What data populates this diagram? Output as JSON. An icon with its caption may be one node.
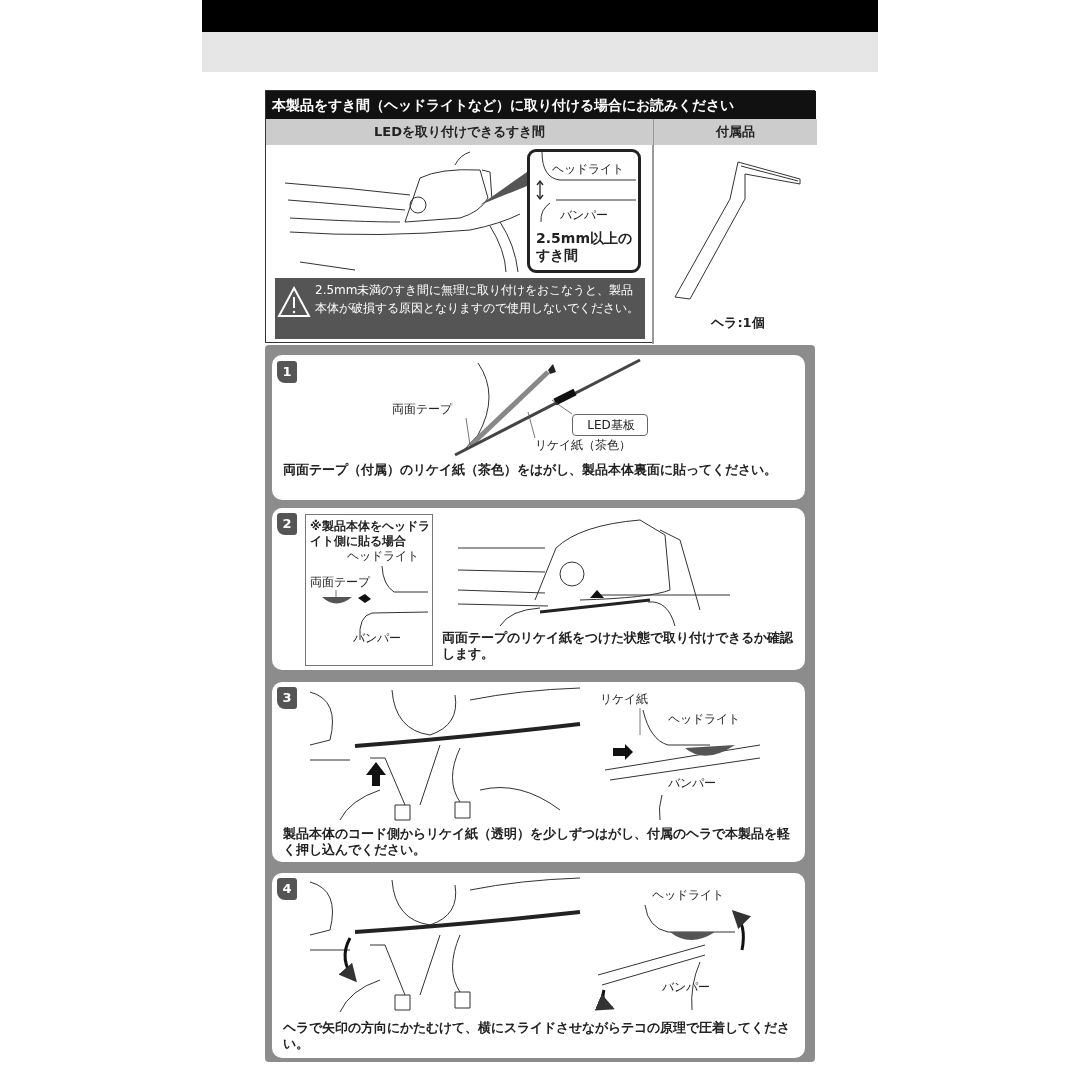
{
  "diagram": {
    "nodes": [
      {
        "text": [
          "本製品をすき間（ヘッドライトなど）に取り付ける場合にお読みください"
        ]
      },
      {
        "text": [
          "LEDを取り付けできるすき間"
        ],
        "in": 0
      },
      {
        "text": [
          "ヘッドライト",
          "バンパー",
          "2.5mm以上のすき間"
        ],
        "in": 1
      },
      {
        "text": [
          "2.5mm未満のすき間に無理に取り付けをおこなうと、製品本体が破損する原因となりますので使用しないでください。"
        ],
        "in": 1
      },
      {
        "text": [
          "付属品"
        ],
        "in": 0
      },
      {
        "text": [
          "ヘラ:1個"
        ],
        "in": 4
      },
      {
        "text": [
          "1",
          "両面テープ（付属）のリケイ紙（茶色）をはがし、製品本体裏面に貼ってください。"
        ]
      },
      {
        "text": [
          "両面テープ"
        ],
        "in": 6
      },
      {
        "text": [
          "LED基板"
        ],
        "in": 6
      },
      {
        "text": [
          "リケイ紙（茶色）"
        ],
        "in": 6
      },
      {
        "text": [
          "2",
          "両面テープのリケイ紙をつけた状態で取り付けできるか確認します。"
        ]
      },
      {
        "text": [
          "※製品本体をヘッドライト側に貼る場合",
          "ヘッドライト",
          "バンパー"
        ],
        "in": 10
      },
      {
        "text": [
          "両面テープ"
        ],
        "in": 11
      },
      {
        "text": [
          "3",
          "ヘッドライト",
          "バンパー",
          "製品本体のコード側からリケイ紙（透明）を少しずつはがし、付属のヘラで本製品を軽く押し込んでください。"
        ]
      },
      {
        "text": [
          "リケイ紙"
        ],
        "in": 13
      },
      {
        "text": [
          "4",
          "ヘッドライト",
          "バンパー",
          "ヘラで矢印の方向にかたむけて、横にスライドさせながらテコの原理で圧着してください。"
        ]
      }
    ],
    "edges": [
      {
        "from": 7,
        "to": null,
        "arrow": "none"
      },
      {
        "from": 8,
        "to": null,
        "arrow": "none"
      },
      {
        "from": 9,
        "to": null,
        "arrow": "none"
      },
      {
        "from": 12,
        "to": null,
        "arrow": "none"
      },
      {
        "from": 14,
        "to": null,
        "arrow": "none"
      }
    ]
  }
}
